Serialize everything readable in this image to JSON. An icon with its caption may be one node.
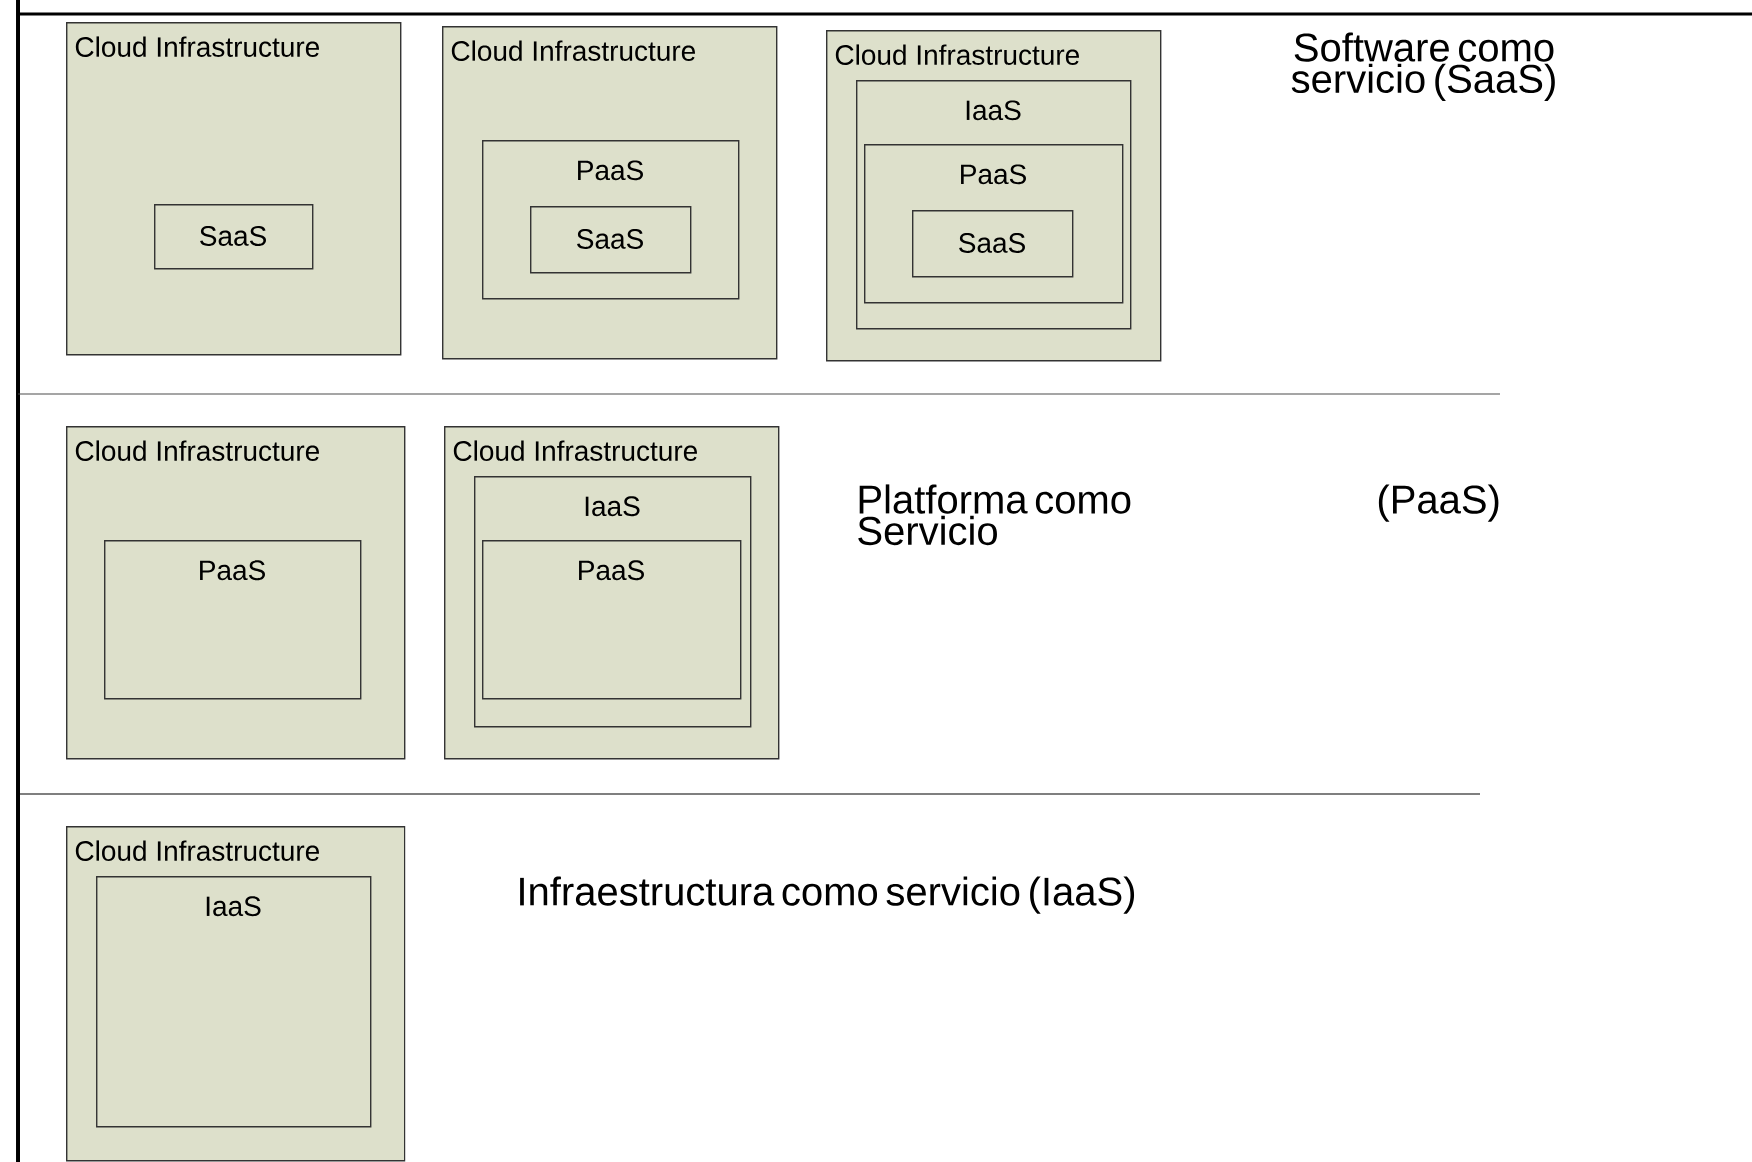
{
  "diagram": {
    "nodes": [
      {
        "text": [
          "Cloud Infrastructure"
        ]
      },
      {
        "text": [
          "SaaS"
        ],
        "in": 0
      },
      {
        "text": [
          "Cloud Infrastructure"
        ]
      },
      {
        "text": [
          "PaaS"
        ],
        "in": 2
      },
      {
        "text": [
          "SaaS"
        ],
        "in": 3
      },
      {
        "text": [
          "Cloud Infrastructure"
        ]
      },
      {
        "text": [
          "IaaS"
        ],
        "in": 5
      },
      {
        "text": [
          "PaaS"
        ],
        "in": 6
      },
      {
        "text": [
          "SaaS"
        ],
        "in": 7
      },
      {
        "text": [
          "Cloud Infrastructure"
        ]
      },
      {
        "text": [
          "PaaS"
        ],
        "in": 9
      },
      {
        "text": [
          "Cloud Infrastructure"
        ]
      },
      {
        "text": [
          "IaaS"
        ],
        "in": 11
      },
      {
        "text": [
          "PaaS"
        ],
        "in": 12
      },
      {
        "text": [
          "Cloud Infrastructure"
        ]
      },
      {
        "text": [
          "IaaS"
        ],
        "in": 14
      }
    ],
    "labels": [
      "Software como servicio (SaaS)",
      "Platforma como Servicio",
      "(PaaS)",
      "Infraestructura como servicio (IaaS)"
    ]
  }
}
